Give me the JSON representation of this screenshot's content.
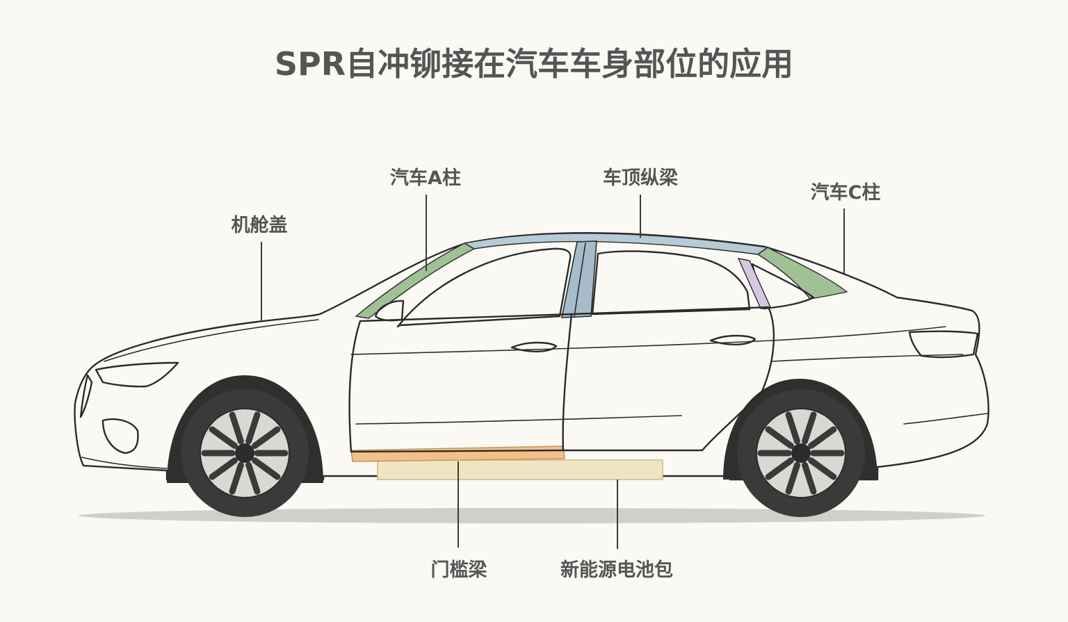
{
  "title": "SPR自冲铆接在汽车车身部位的应用",
  "labels": {
    "hood": "机舱盖",
    "a_pillar": "汽车A柱",
    "roof_rail": "车顶纵梁",
    "c_pillar": "汽车C柱",
    "sill": "门槛梁",
    "battery": "新能源电池包"
  },
  "colors": {
    "background": "#faf9f4",
    "a_pillar": "#9fc195",
    "c_pillar": "#9fc195",
    "roof_rail": "#b7cbd6",
    "b_pillar": "#a6bdc9",
    "rear_pillar_strip": "#d6c9df",
    "sill": "#f2c08a",
    "battery": "#f1e4c3",
    "text": "#555555",
    "outline": "#2b2b2b"
  }
}
